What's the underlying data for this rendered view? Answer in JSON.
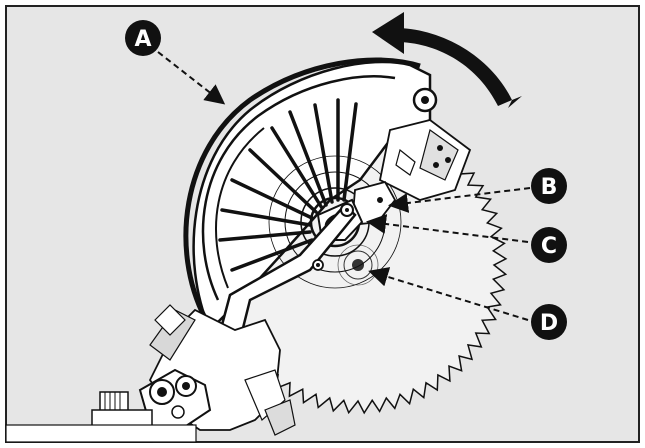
{
  "diagram": {
    "callouts": [
      {
        "id": "A",
        "label": "A"
      },
      {
        "id": "B",
        "label": "B"
      },
      {
        "id": "C",
        "label": "C"
      },
      {
        "id": "D",
        "label": "D"
      }
    ],
    "colors": {
      "background": "#e6e6e6",
      "frame": "#222222",
      "ink": "#111111",
      "blade_fill": "#f2f2f2",
      "guard_fill": "#ffffff"
    },
    "rotation_arrow_icon": "counterclockwise-arrow-icon"
  }
}
